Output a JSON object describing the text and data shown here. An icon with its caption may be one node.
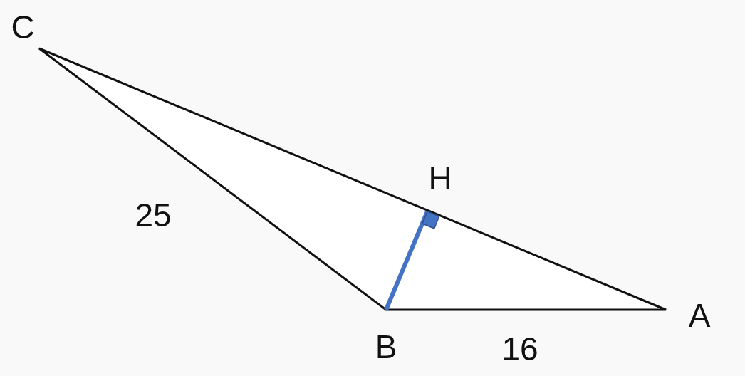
{
  "diagram": {
    "labels": [
      "C",
      "H",
      "25",
      "A",
      "B",
      "16"
    ]
  }
}
